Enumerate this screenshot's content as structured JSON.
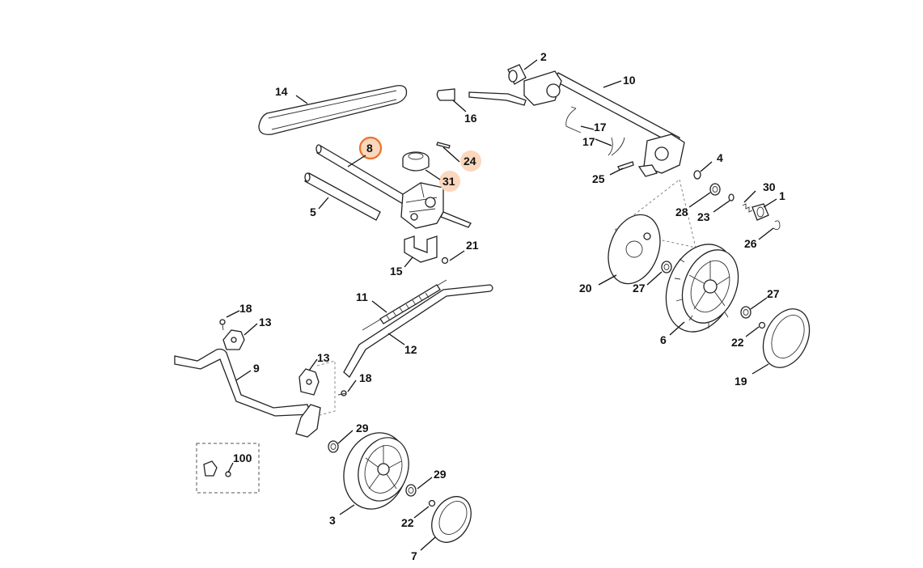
{
  "diagram": {
    "callouts": {
      "c1": "1",
      "c2": "2",
      "c3": "3",
      "c4": "4",
      "c5": "5",
      "c6": "6",
      "c7": "7",
      "c8": "8",
      "c9": "9",
      "c10": "10",
      "c11": "11",
      "c12": "12",
      "c13a": "13",
      "c13b": "13",
      "c14": "14",
      "c15": "15",
      "c16": "16",
      "c17a": "17",
      "c17b": "17",
      "c18a": "18",
      "c18b": "18",
      "c19": "19",
      "c20": "20",
      "c21": "21",
      "c22a": "22",
      "c22b": "22",
      "c23": "23",
      "c24": "24",
      "c25": "25",
      "c26": "26",
      "c27a": "27",
      "c27b": "27",
      "c28": "28",
      "c29a": "29",
      "c29b": "29",
      "c30": "30",
      "c31": "31",
      "c100": "100"
    },
    "highlight": {
      "active_part": "8",
      "related_parts": [
        "24",
        "31"
      ],
      "active_color": "#e8742a",
      "soft_color": "#fbd7bd"
    }
  }
}
